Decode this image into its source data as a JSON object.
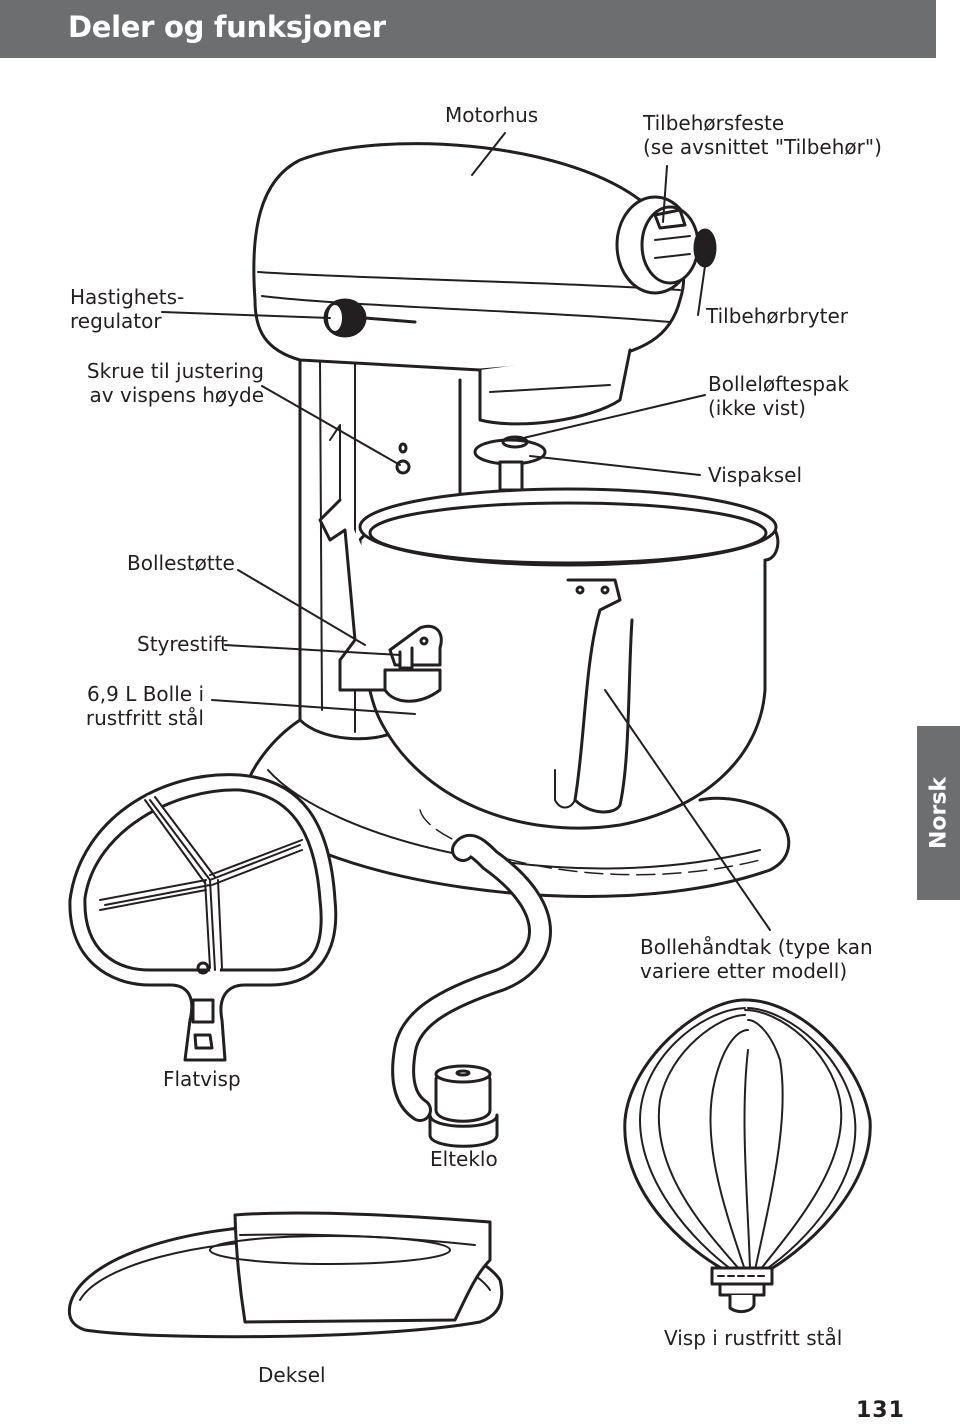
{
  "header": {
    "title": "Deler og funksjoner"
  },
  "labels": {
    "motorhus": "Motorhus",
    "tilbehorsfeste": "Tilbehørsfeste\n(se avsnittet \"Tilbehør\")",
    "hastighetsregulator": "Hastighets-\nregulator",
    "tilbehorbryter": "Tilbehørbryter",
    "skrue": "Skrue til justering\nav vispens høyde",
    "bolleloftespak": "Bolleløftespak\n(ikke vist)",
    "vispaksel": "Vispaksel",
    "bollestotte": "Bollestøtte",
    "styrestift": "Styrestift",
    "bolle": "6,9 L Bolle i\nrustfritt stål",
    "bollehandtak": "Bollehåndtak (type kan\nvariere etter modell)",
    "flatvisp": "Flatvisp",
    "elteklo": "Elteklo",
    "visp": "Visp i rustfritt stål",
    "deksel": "Deksel"
  },
  "side_tab": "Norsk",
  "page_number": "131",
  "colors": {
    "header_bg": "#6d6e70",
    "line": "#231f20"
  }
}
